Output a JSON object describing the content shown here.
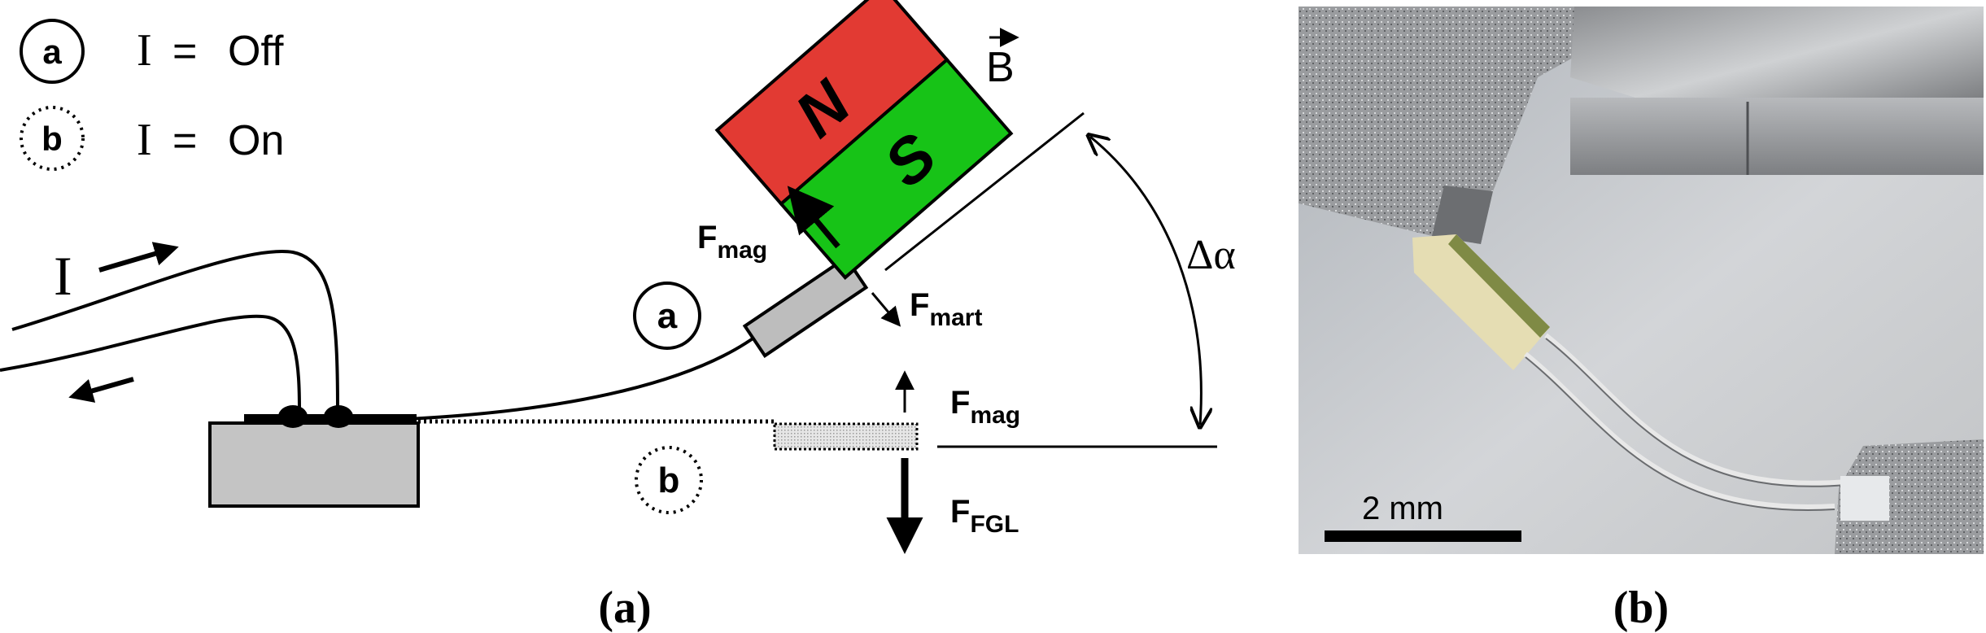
{
  "legend": {
    "state_a": {
      "marker": "a",
      "symbol": "I",
      "equals": "=",
      "value": "Off"
    },
    "state_b": {
      "marker": "b",
      "symbol": "I",
      "equals": "=",
      "value": "On"
    }
  },
  "current_label": "I",
  "magnet": {
    "north": "N",
    "south": "S",
    "north_color": "#e23a33",
    "south_color": "#17c317"
  },
  "field_vector": "B",
  "angle_label": "Δα",
  "state_markers": {
    "a": "a",
    "b": "b"
  },
  "forces": {
    "f_mag_a": {
      "base": "F",
      "sub": "mag"
    },
    "f_mart": {
      "base": "F",
      "sub": "mart"
    },
    "f_mag_b": {
      "base": "F",
      "sub": "mag"
    },
    "f_fgl": {
      "base": "F",
      "sub": "FGL"
    }
  },
  "photo": {
    "scale_bar_label": "2 mm"
  },
  "panel_labels": {
    "left": "(a)",
    "right": "(b)"
  }
}
